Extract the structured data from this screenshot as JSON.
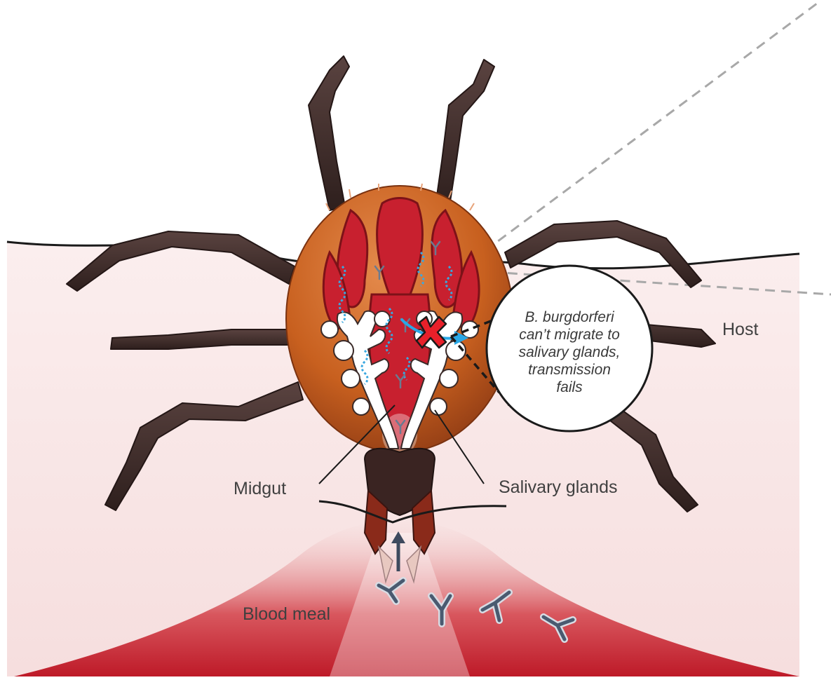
{
  "labels": {
    "host": "Host",
    "midgut": "Midgut",
    "salivary_glands": "Salivary glands",
    "blood_meal": "Blood meal"
  },
  "callout": {
    "lines": [
      "B. burgdorferi",
      "can’t migrate to",
      "salivary glands,",
      "transmission",
      "fails"
    ]
  },
  "colors": {
    "skin": "#f7e3e3",
    "blood": "#c41e2b",
    "tick_body": "#c2571e",
    "gut": "#c8202f",
    "legs": "#3d2a28",
    "spirochete": "#3aa8e0",
    "antibody": "#4a5a70",
    "block_mark": "#e8202a"
  },
  "icons": [
    "tick-illustration",
    "antibody-icon",
    "spirochete-icon",
    "block-x-icon",
    "arrow-up-icon",
    "migration-arrow-icon"
  ]
}
